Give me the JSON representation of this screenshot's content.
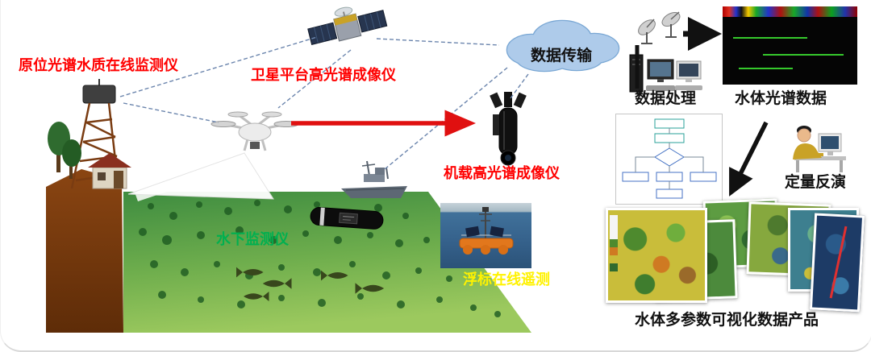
{
  "diagram": {
    "labels": {
      "insitu": "原位光谱水质在线监测仪",
      "satellite_platform": "卫星平台高光谱成像仪",
      "airborne_imager": "机载高光谱成像仪",
      "underwater_monitor": "水下监测仪",
      "buoy_telemetry": "浮标在线遥测",
      "data_transmission": "数据传输",
      "data_processing": "数据处理",
      "spectral_data": "水体光谱数据",
      "quantitative_inversion": "定量反演",
      "data_products": "水体多参数可视化数据产品"
    },
    "icons": {
      "tower": "monitoring-tower-icon",
      "satellite": "satellite-icon",
      "drone": "drone-icon",
      "airborne": "airborne-imager-icon",
      "ship": "survey-ship-icon",
      "underwater": "underwater-instrument-icon",
      "buoy": "buoy-photo",
      "dishes": "dish-antenna-icon",
      "workstation": "computer-workstation-icon",
      "spectral_image": "spectral-data-image",
      "flowchart": "processing-flowchart-image",
      "analyst": "analyst-at-computer-icon",
      "maps": "map-products-image",
      "cloud": "data-cloud-icon"
    },
    "colors": {
      "label_red": "#ff0000",
      "label_yellow": "#fff200",
      "label_green": "#00b050",
      "label_black": "#111111",
      "cloud_fill": "#aecbea",
      "water_dark": "#3e8c40",
      "water_light": "#9cc95e",
      "land_brown": "#7a3b10",
      "arrow_red": "#e01010",
      "arrow_black": "#111111",
      "dashed_line": "#6b85ad"
    }
  }
}
